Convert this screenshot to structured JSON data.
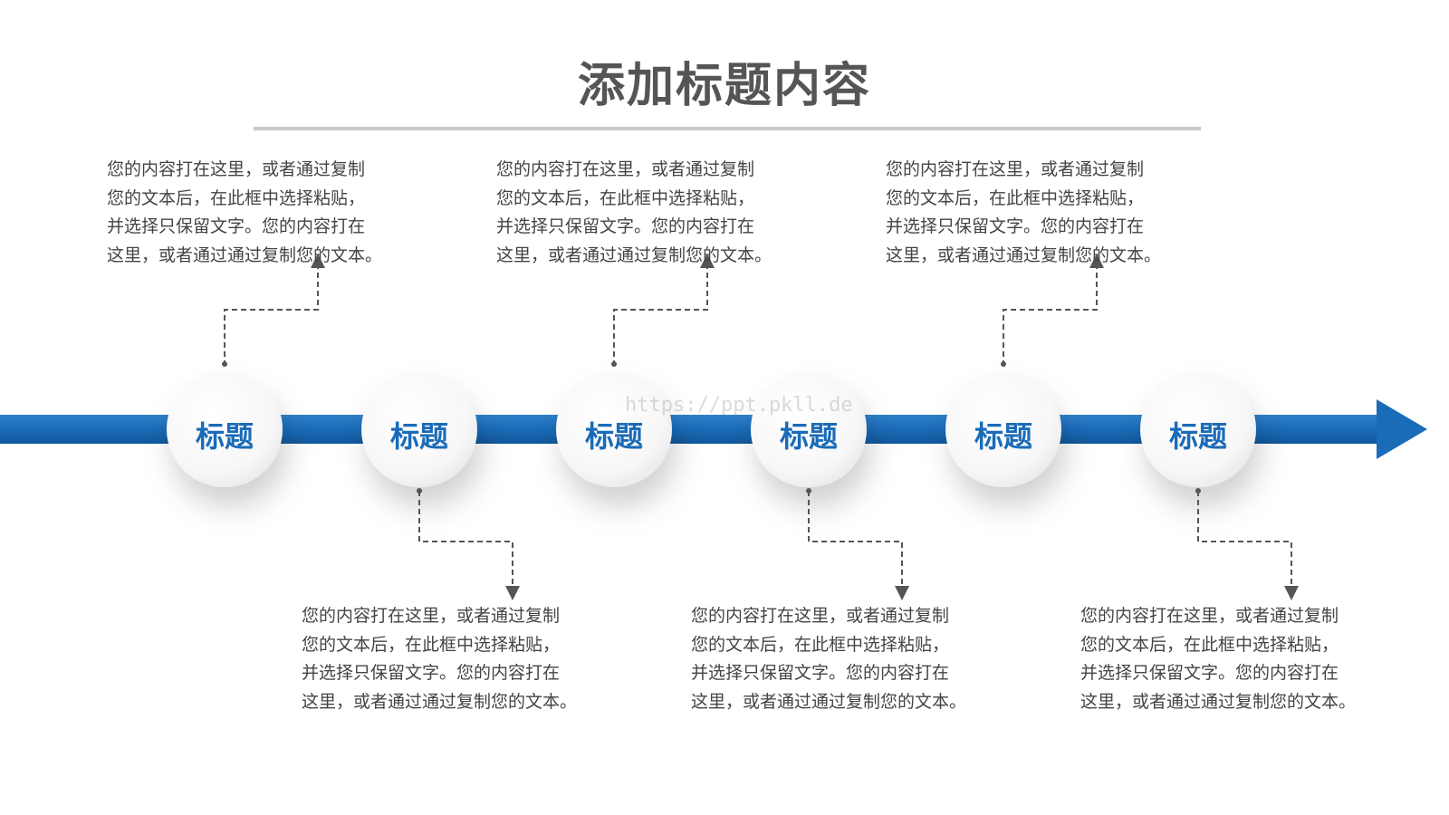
{
  "title": "添加标题内容",
  "watermark": "https://ppt.pkll.de",
  "accent_color": "#1a6bb8",
  "nodes": [
    {
      "label": "标题",
      "text_position": "top",
      "lines": [
        "您的内容打在这里，或者通过复制",
        "您的文本后，在此框中选择粘贴，",
        "并选择只保留文字。您的内容打在",
        "这里，或者通过通过复制您的文本。"
      ]
    },
    {
      "label": "标题",
      "text_position": "bottom",
      "lines": [
        "您的内容打在这里，或者通过复制",
        "您的文本后，在此框中选择粘贴，",
        "并选择只保留文字。您的内容打在",
        "这里，或者通过通过复制您的文本。"
      ]
    },
    {
      "label": "标题",
      "text_position": "top",
      "lines": [
        "您的内容打在这里，或者通过复制",
        "您的文本后，在此框中选择粘贴，",
        "并选择只保留文字。您的内容打在",
        "这里，或者通过通过复制您的文本。"
      ]
    },
    {
      "label": "标题",
      "text_position": "bottom",
      "lines": [
        "您的内容打在这里，或者通过复制",
        "您的文本后，在此框中选择粘贴，",
        "并选择只保留文字。您的内容打在",
        "这里，或者通过通过复制您的文本。"
      ]
    },
    {
      "label": "标题",
      "text_position": "top",
      "lines": [
        "您的内容打在这里，或者通过复制",
        "您的文本后，在此框中选择粘贴，",
        "并选择只保留文字。您的内容打在",
        "这里，或者通过通过复制您的文本。"
      ]
    },
    {
      "label": "标题",
      "text_position": "bottom",
      "lines": [
        "您的内容打在这里，或者通过复制",
        "您的文本后，在此框中选择粘贴，",
        "并选择只保留文字。您的内容打在",
        "这里，或者通过通过复制您的文本。"
      ]
    }
  ]
}
